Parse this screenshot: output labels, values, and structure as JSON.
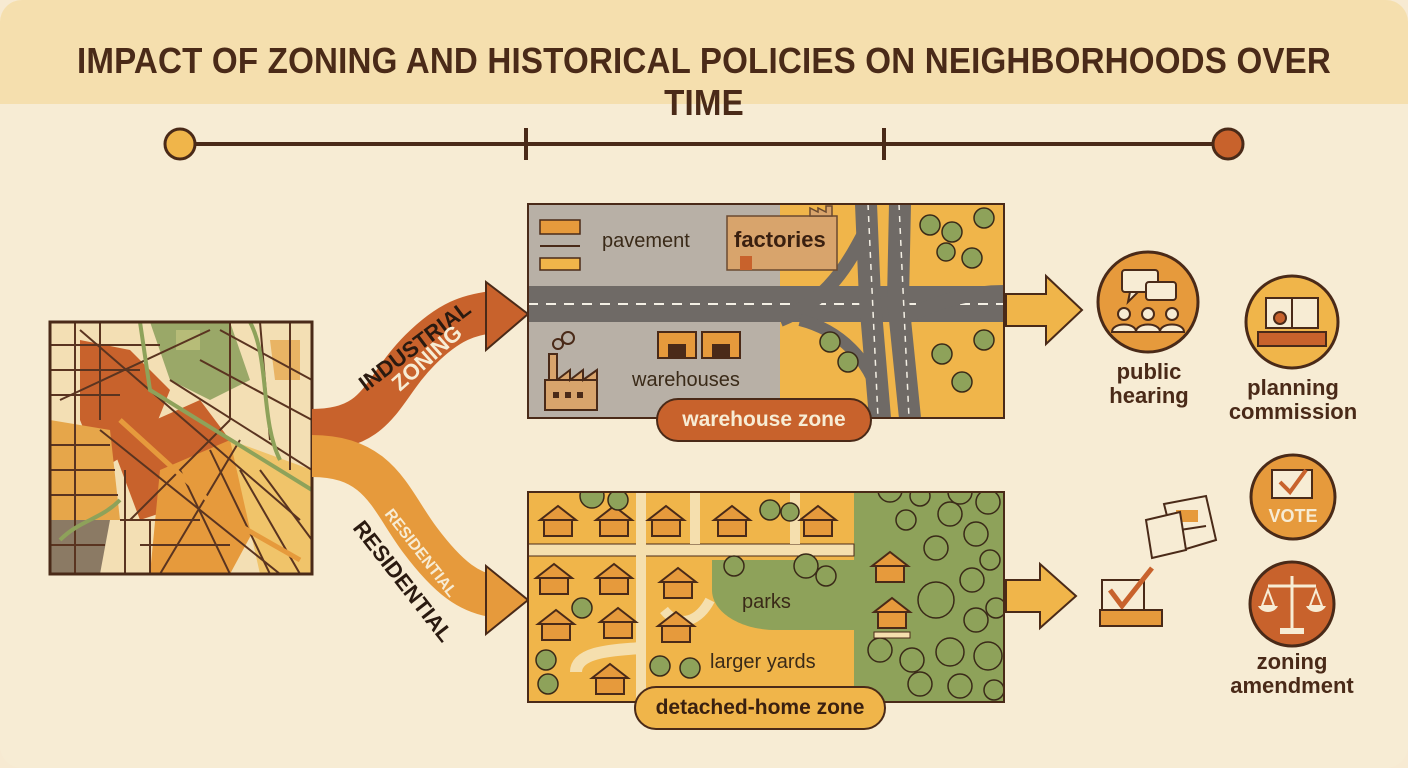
{
  "title": "IMPACT OF ZONING AND HISTORICAL POLICIES ON NEIGHBORHOODS OVER TIME",
  "colors": {
    "background": "#f7ecd4",
    "title_band": "#f5dfae",
    "dark_brown": "#4a2a18",
    "rust": "#c8622c",
    "orange": "#e69a3c",
    "gold": "#f0b54a",
    "green": "#8ea25a",
    "gray": "#b3aba2"
  },
  "branches": {
    "industrial": {
      "line1": "INDUSTRIAL",
      "line2": "ZONING"
    },
    "residential": {
      "line1": "RESIDENTIAL",
      "line2": "RESIDENTIAL"
    }
  },
  "industrial_panel": {
    "pavement": "pavement",
    "factories": "factories",
    "warehouses": "warehouses",
    "zone_label": "warehouse zone"
  },
  "residential_panel": {
    "parks": "parks",
    "larger_yards": "larger yards",
    "zone_label": "detached-home zone"
  },
  "outcomes": {
    "public_hearing": "public hearing",
    "planning_commission": "planning commission",
    "vote": "VOTE",
    "zoning_amendment": "zoning amendment"
  }
}
